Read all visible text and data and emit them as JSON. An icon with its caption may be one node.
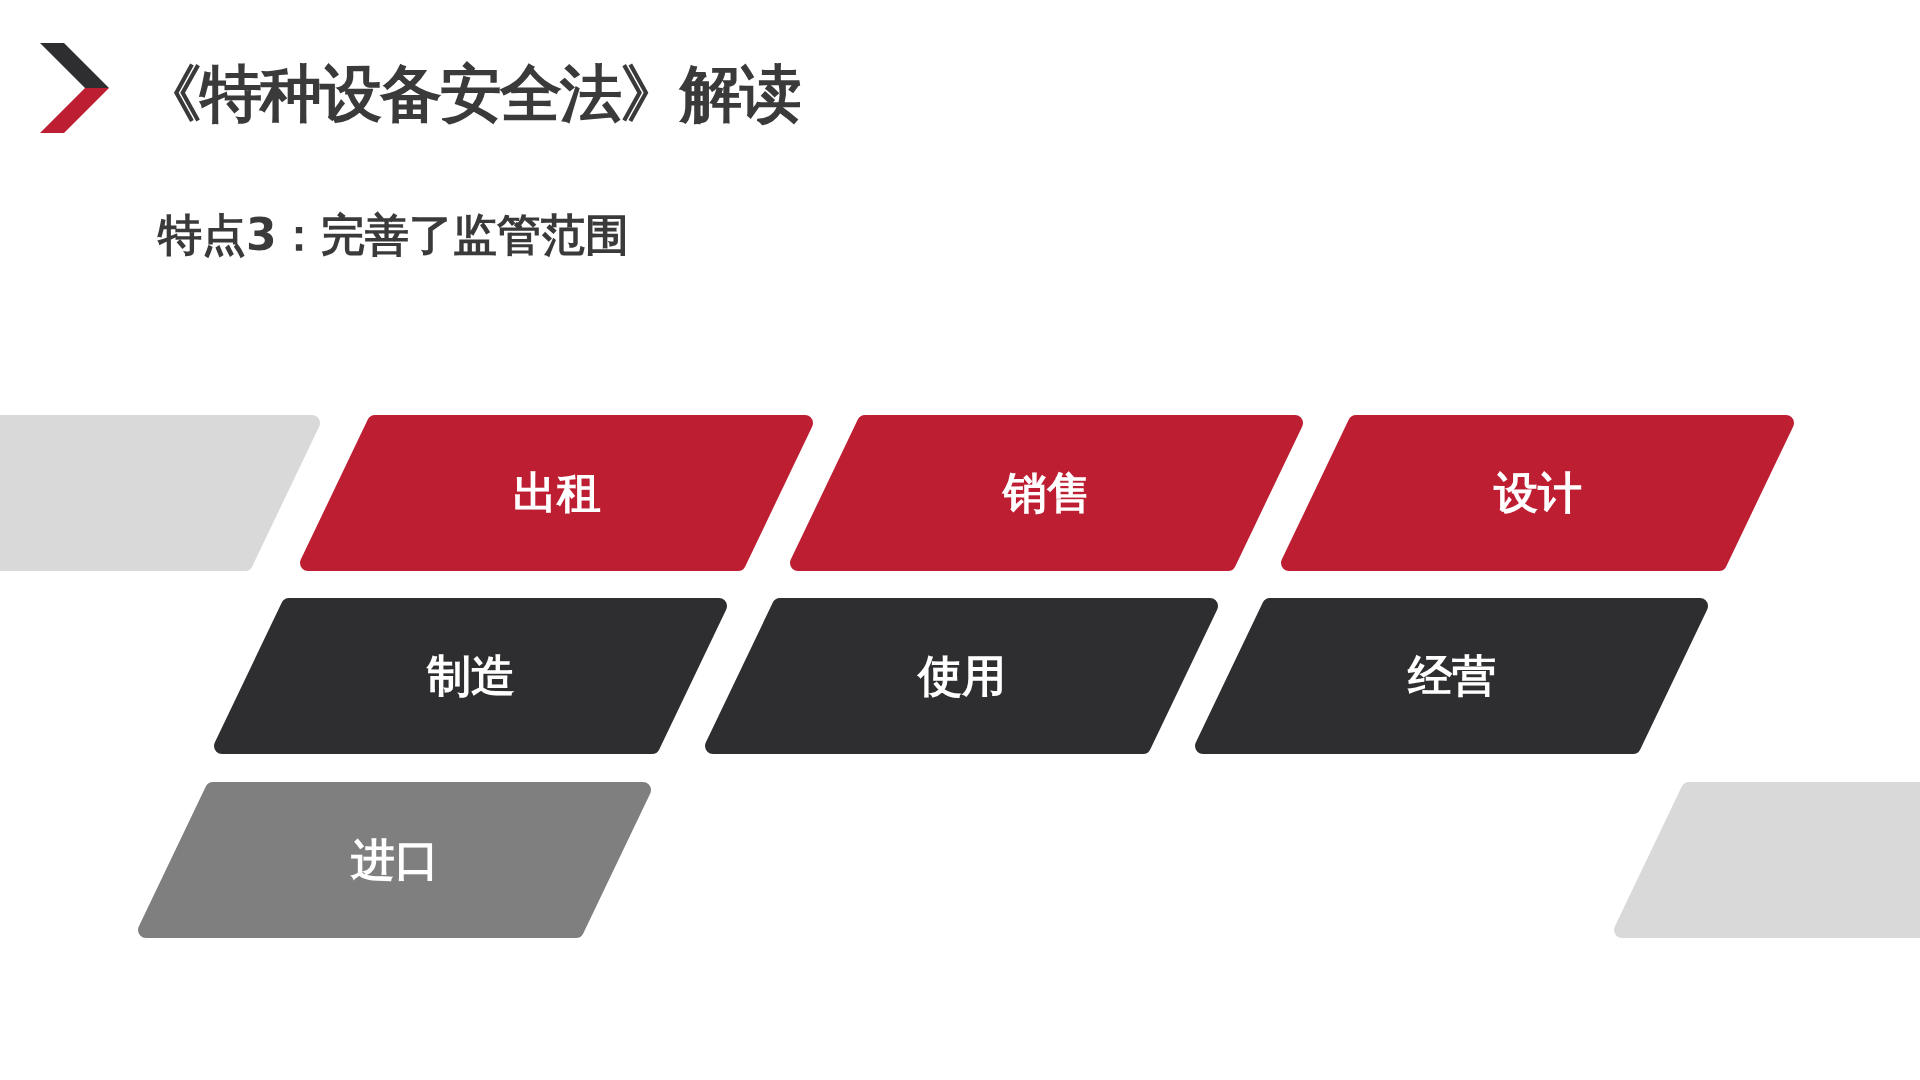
{
  "diagram": {
    "title": "《特种设备安全法》解读",
    "nodes": [
      {
        "text": [],
        "shape": "parallelogram"
      },
      {
        "text": [
          "出租"
        ]
      },
      {
        "text": [
          "销售"
        ]
      },
      {
        "text": [
          "设计"
        ]
      },
      {
        "text": [
          "制造"
        ]
      },
      {
        "text": [
          "使用"
        ]
      },
      {
        "text": [
          "经营"
        ]
      },
      {
        "text": [
          "进口"
        ]
      },
      {
        "text": [],
        "shape": "parallelogram"
      }
    ],
    "labels": [
      "特点3：完善了监管范围"
    ]
  }
}
